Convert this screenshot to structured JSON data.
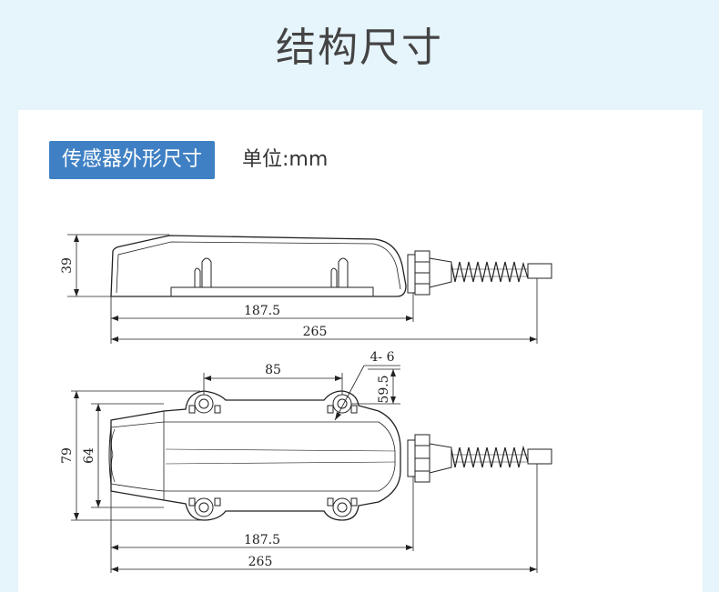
{
  "header": {
    "title": "结构尺寸"
  },
  "section": {
    "tag": "传感器外形尺寸",
    "unit": "单位:mm"
  },
  "side_view": {
    "height": "39",
    "body_length": "187.5",
    "total_length": "265"
  },
  "top_view": {
    "hole_spacing": "85",
    "hole_spec": "4- 6",
    "hole_offset": "59.5",
    "outer_height": "79",
    "inner_height": "64",
    "body_length": "187.5",
    "total_length": "265"
  }
}
